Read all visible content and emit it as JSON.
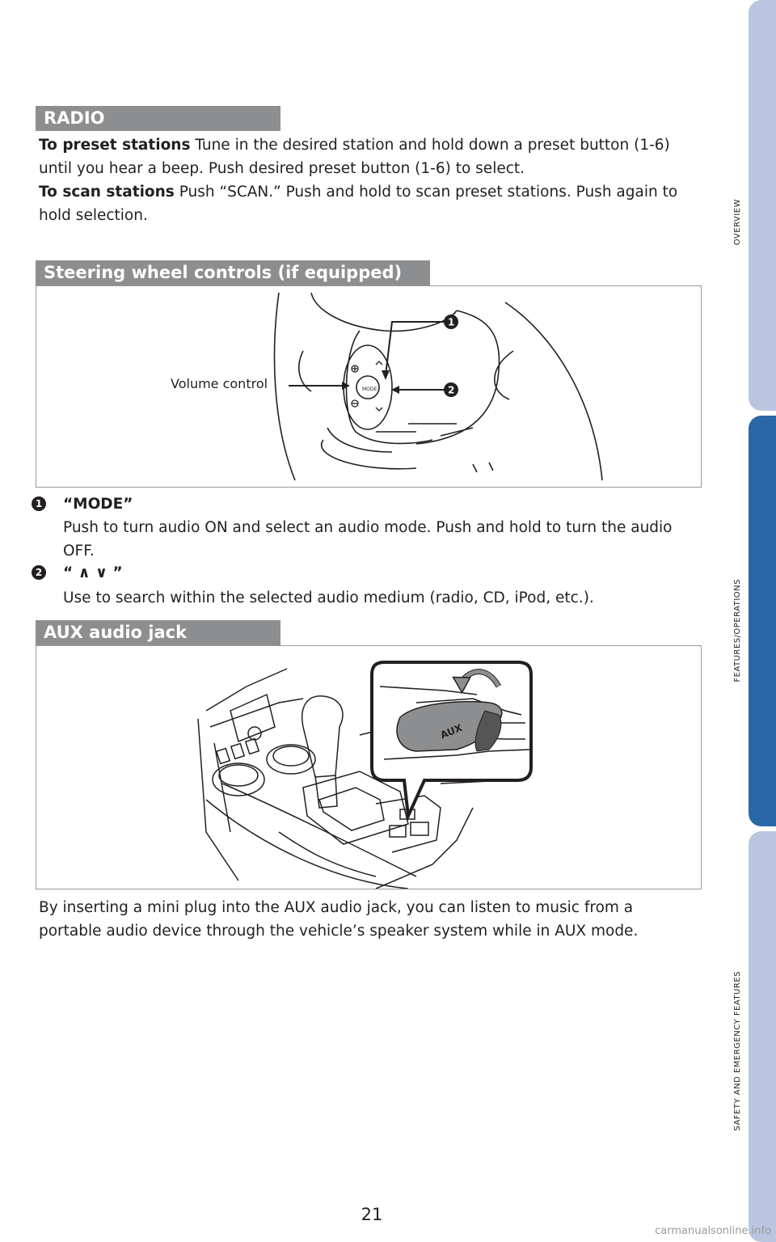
{
  "tabs": {
    "overview": "OVERVIEW",
    "features": "FEATURES/OPERATIONS",
    "safety": "SAFETY AND EMERGENCY FEATURES"
  },
  "radio": {
    "header": "RADIO",
    "preset_label": "To preset stations",
    "preset_text": " Tune in the desired station and hold down a preset button (1-6) until you hear a beep. Push desired preset button (1-6) to select.",
    "scan_label": "To scan stations",
    "scan_text": " Push “SCAN.” Push and hold to scan preset stations. Push again to hold selection."
  },
  "steering": {
    "header": "Steering wheel controls (if equipped)",
    "volume_label": "Volume control",
    "item1_num": "1",
    "item1_title": "“MODE”",
    "item1_text": "Push to turn audio ON and select an audio mode. Push and hold to turn the audio OFF.",
    "item2_num": "2",
    "item2_title": "“ ∧ ∨ ”",
    "item2_text": "Use to search within the selected audio medium (radio, CD, iPod, etc.).",
    "mode_button_text": "MODE"
  },
  "aux": {
    "header": "AUX audio jack",
    "jack_text": "AUX",
    "description": "By inserting a mini plug into the AUX audio jack, you can listen to music from a portable audio device through the vehicle’s speaker system while in AUX mode."
  },
  "page_number": "21",
  "watermark": "carmanualsonline.info"
}
